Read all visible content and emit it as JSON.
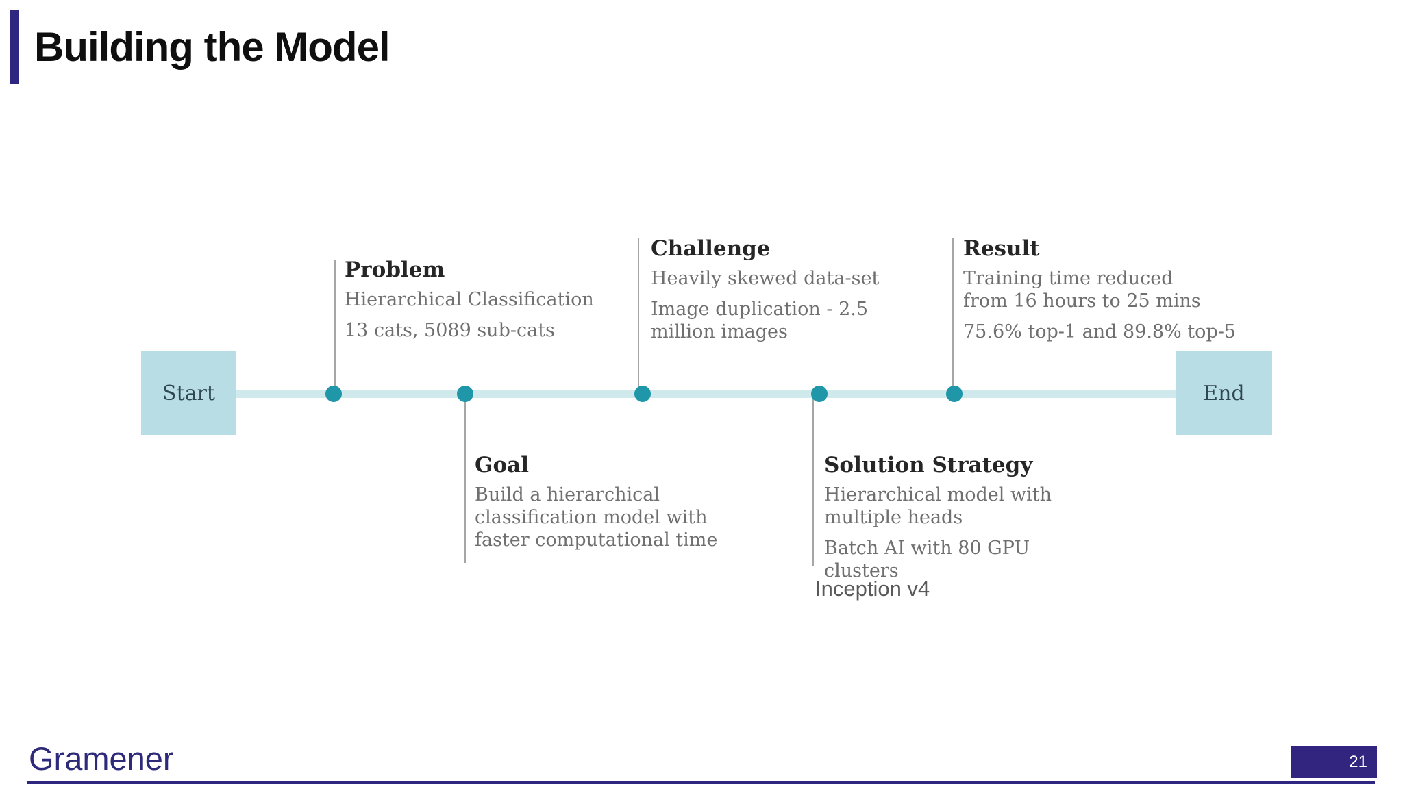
{
  "slide": {
    "title": "Building the Model",
    "accent_color": "#2e2680",
    "background_color": "#ffffff"
  },
  "timeline": {
    "start_label": "Start",
    "end_label": "End",
    "bar_color": "#cfe9ec",
    "dot_color": "#1f97a9",
    "endpoint_bg_color": "#b9dde4",
    "milestones": [
      {
        "title": "Problem",
        "position": "top",
        "paragraphs": [
          [
            "Hierarchical Classification"
          ],
          [
            "13 cats, 5089 sub-cats"
          ]
        ]
      },
      {
        "title": "Goal",
        "position": "bottom",
        "paragraphs": [
          [
            "Build a hierarchical",
            "classification model with",
            "faster computational time"
          ]
        ]
      },
      {
        "title": "Challenge",
        "position": "top",
        "paragraphs": [
          [
            "Heavily skewed data-set"
          ],
          [
            "Image duplication - 2.5",
            "million images"
          ]
        ]
      },
      {
        "title": "Solution Strategy",
        "position": "bottom",
        "paragraphs": [
          [
            "Hierarchical model with",
            "multiple heads"
          ],
          [
            "Batch AI with 80 GPU",
            "clusters"
          ]
        ],
        "note": "Inception v4"
      },
      {
        "title": "Result",
        "position": "top",
        "paragraphs": [
          [
            "Training time reduced",
            "from 16 hours to 25 mins"
          ],
          [
            "75.6% top-1 and 89.8% top-5"
          ]
        ]
      }
    ]
  },
  "footer": {
    "brand": "Gramener",
    "page_number": "21",
    "rule_color": "#2e2680",
    "page_box_color": "#312580"
  }
}
